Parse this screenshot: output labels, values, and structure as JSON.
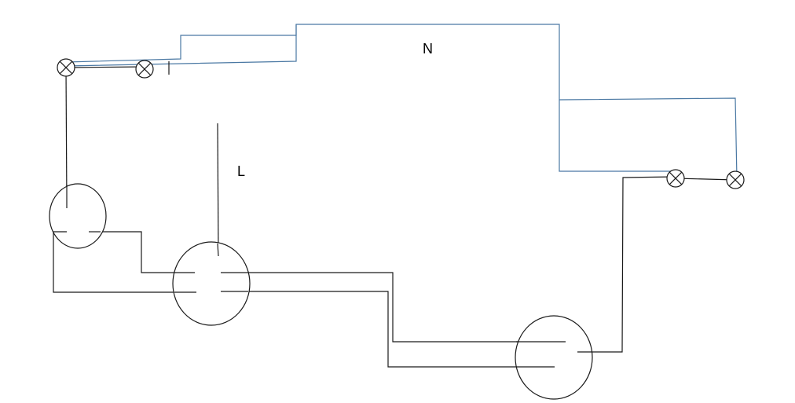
{
  "labels": {
    "neutral": "N",
    "live": "L"
  },
  "colors": {
    "neutral_wire": "#4a78a3",
    "live_wire": "#1a1a1a",
    "background": "#ffffff"
  },
  "components": {
    "lamps": [
      "lamp",
      "lamp",
      "lamp",
      "lamp"
    ],
    "switches": [
      "switch",
      "switch",
      "switch"
    ]
  }
}
